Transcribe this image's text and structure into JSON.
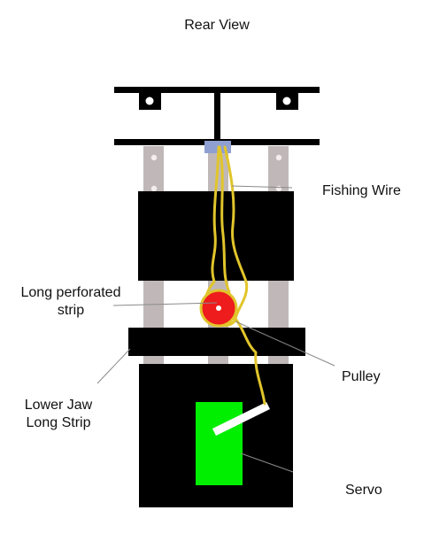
{
  "title": "Rear View",
  "labels": {
    "fishing_wire": "Fishing Wire",
    "long_perforated_strip_line1": "Long perforated",
    "long_perforated_strip_line2": "strip",
    "pulley": "Pulley",
    "lower_jaw_line1": "Lower Jaw",
    "lower_jaw_line2": "Long Strip",
    "servo": "Servo"
  },
  "colors": {
    "frame": "#000000",
    "strip": "#c0b8b8",
    "strip_hole": "#f4eded",
    "wire": "#e1c52b",
    "pulley": "#ee1c1c",
    "servo": "#00ee00",
    "servo_arm": "#ffffff",
    "clamp": "#8f9fd2",
    "leader_line": "#8a8a8a"
  }
}
